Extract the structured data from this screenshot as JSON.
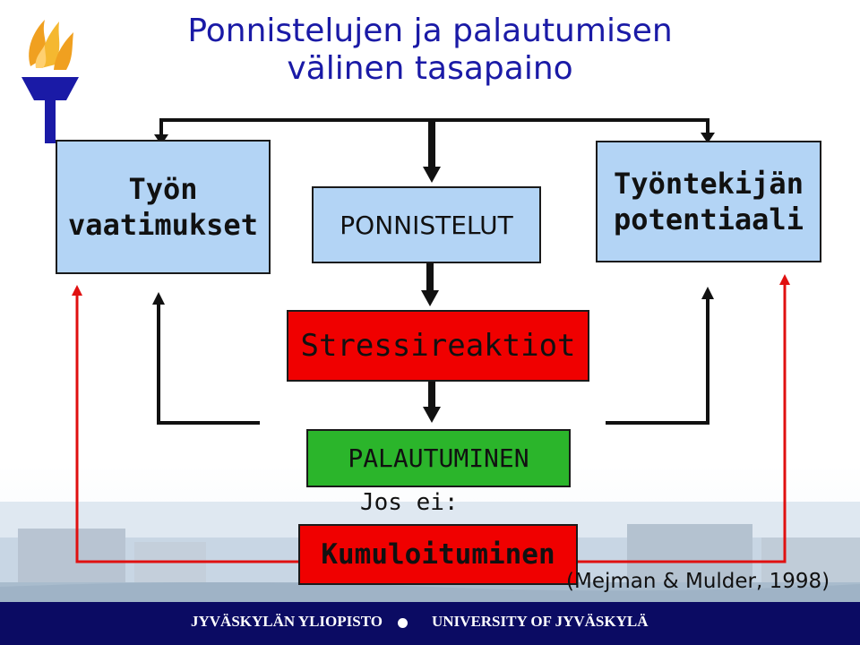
{
  "title": {
    "line1": "Ponnistelujen ja palautumisen",
    "line2": "välinen tasapaino"
  },
  "boxes": {
    "demands": {
      "line1": "Työn",
      "line2": "vaatimukset"
    },
    "efforts": "PONNISTELUT",
    "potential": {
      "line1": "Työntekijän",
      "line2": "potentiaali"
    },
    "stress": "Stressireaktiot",
    "recovery": "PALAUTUMINEN",
    "condition": "Jos ei:",
    "cumulation": "Kumuloituminen"
  },
  "citation": "(Mejman & Mulder, 1998)",
  "footer": {
    "left": "JYVÄSKYLÄN YLIOPISTO",
    "right": "UNIVERSITY OF JYVÄSKYLÄ"
  },
  "colors": {
    "title": "#1a1aa6",
    "box_blue": "#b3d4f5",
    "box_red": "#f00000",
    "box_green": "#2bb52b",
    "arrow_red": "#e01010",
    "arrow_black": "#111111",
    "footer": "#0b0b63"
  },
  "icons": {
    "logo": "university-torch-logo"
  }
}
